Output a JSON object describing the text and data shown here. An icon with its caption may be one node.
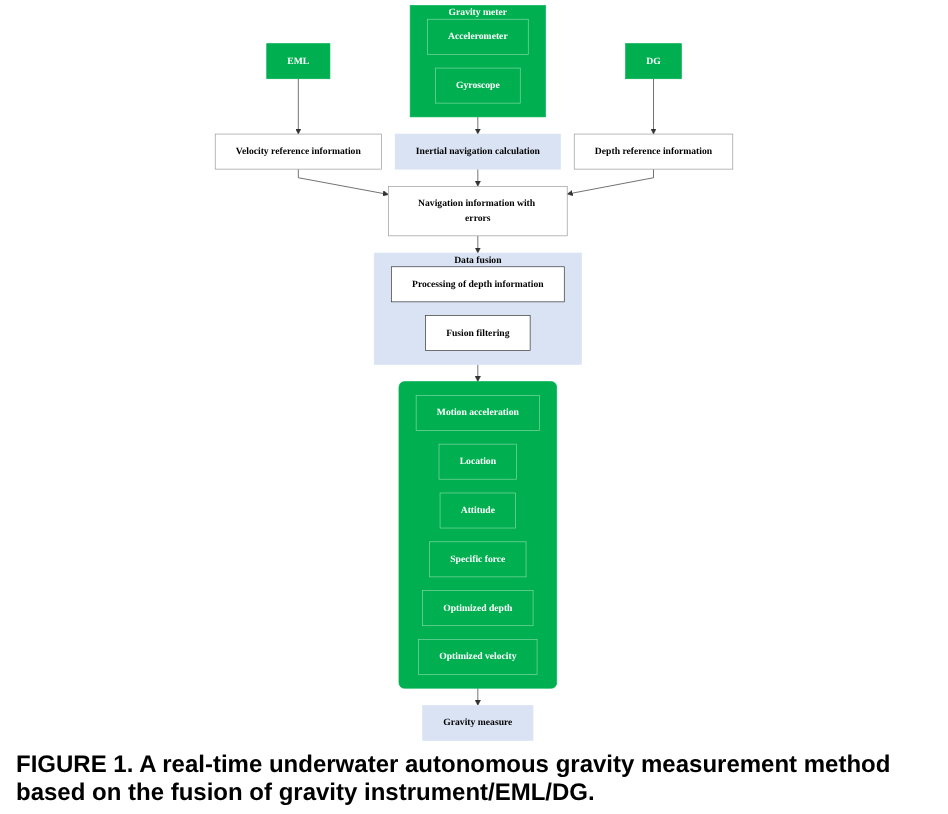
{
  "diagram": {
    "nodes": [
      {
        "text": [
          "EML"
        ]
      },
      {
        "text": [
          "Gravity meter"
        ]
      },
      {
        "text": [
          "Accelerometer"
        ],
        "in": 1
      },
      {
        "text": [
          "Gyroscope"
        ],
        "in": 1
      },
      {
        "text": [
          "DG"
        ]
      },
      {
        "text": [
          "Velocity reference information"
        ]
      },
      {
        "text": [
          "Inertial navigation calculation"
        ]
      },
      {
        "text": [
          "Depth reference information"
        ]
      },
      {
        "text": [
          "Navigation information with errors"
        ]
      },
      {
        "text": [
          "Data fusion"
        ]
      },
      {
        "text": [
          "Processing of depth information"
        ],
        "in": 9
      },
      {
        "text": [
          "Fusion filtering"
        ],
        "in": 9
      },
      {
        "text": [],
        "shape": "box"
      },
      {
        "text": [
          "Motion acceleration"
        ],
        "in": 12
      },
      {
        "text": [
          "Location"
        ],
        "in": 12
      },
      {
        "text": [
          "Attitude"
        ],
        "in": 12
      },
      {
        "text": [
          "Specific force"
        ],
        "in": 12
      },
      {
        "text": [
          "Optimized depth"
        ],
        "in": 12
      },
      {
        "text": [
          "Optimized velocity"
        ],
        "in": 12
      },
      {
        "text": [
          "Gravity measure"
        ]
      }
    ],
    "edges": [
      {
        "from": 0,
        "to": 5,
        "arrow": "to"
      },
      {
        "from": 1,
        "to": 6,
        "arrow": "to"
      },
      {
        "from": 4,
        "to": 7,
        "arrow": "to"
      },
      {
        "from": 5,
        "to": 8,
        "arrow": "to"
      },
      {
        "from": 6,
        "to": 8,
        "arrow": "to"
      },
      {
        "from": 7,
        "to": 8,
        "arrow": "to"
      },
      {
        "from": 8,
        "to": 9,
        "arrow": "to"
      },
      {
        "from": 9,
        "to": 12,
        "arrow": "to"
      },
      {
        "from": 12,
        "to": 19,
        "arrow": "to"
      }
    ],
    "caption": "FIGURE 1. A real-time underwater autonomous gravity measurement method based on the fusion of gravity instrument/EML/DG."
  }
}
